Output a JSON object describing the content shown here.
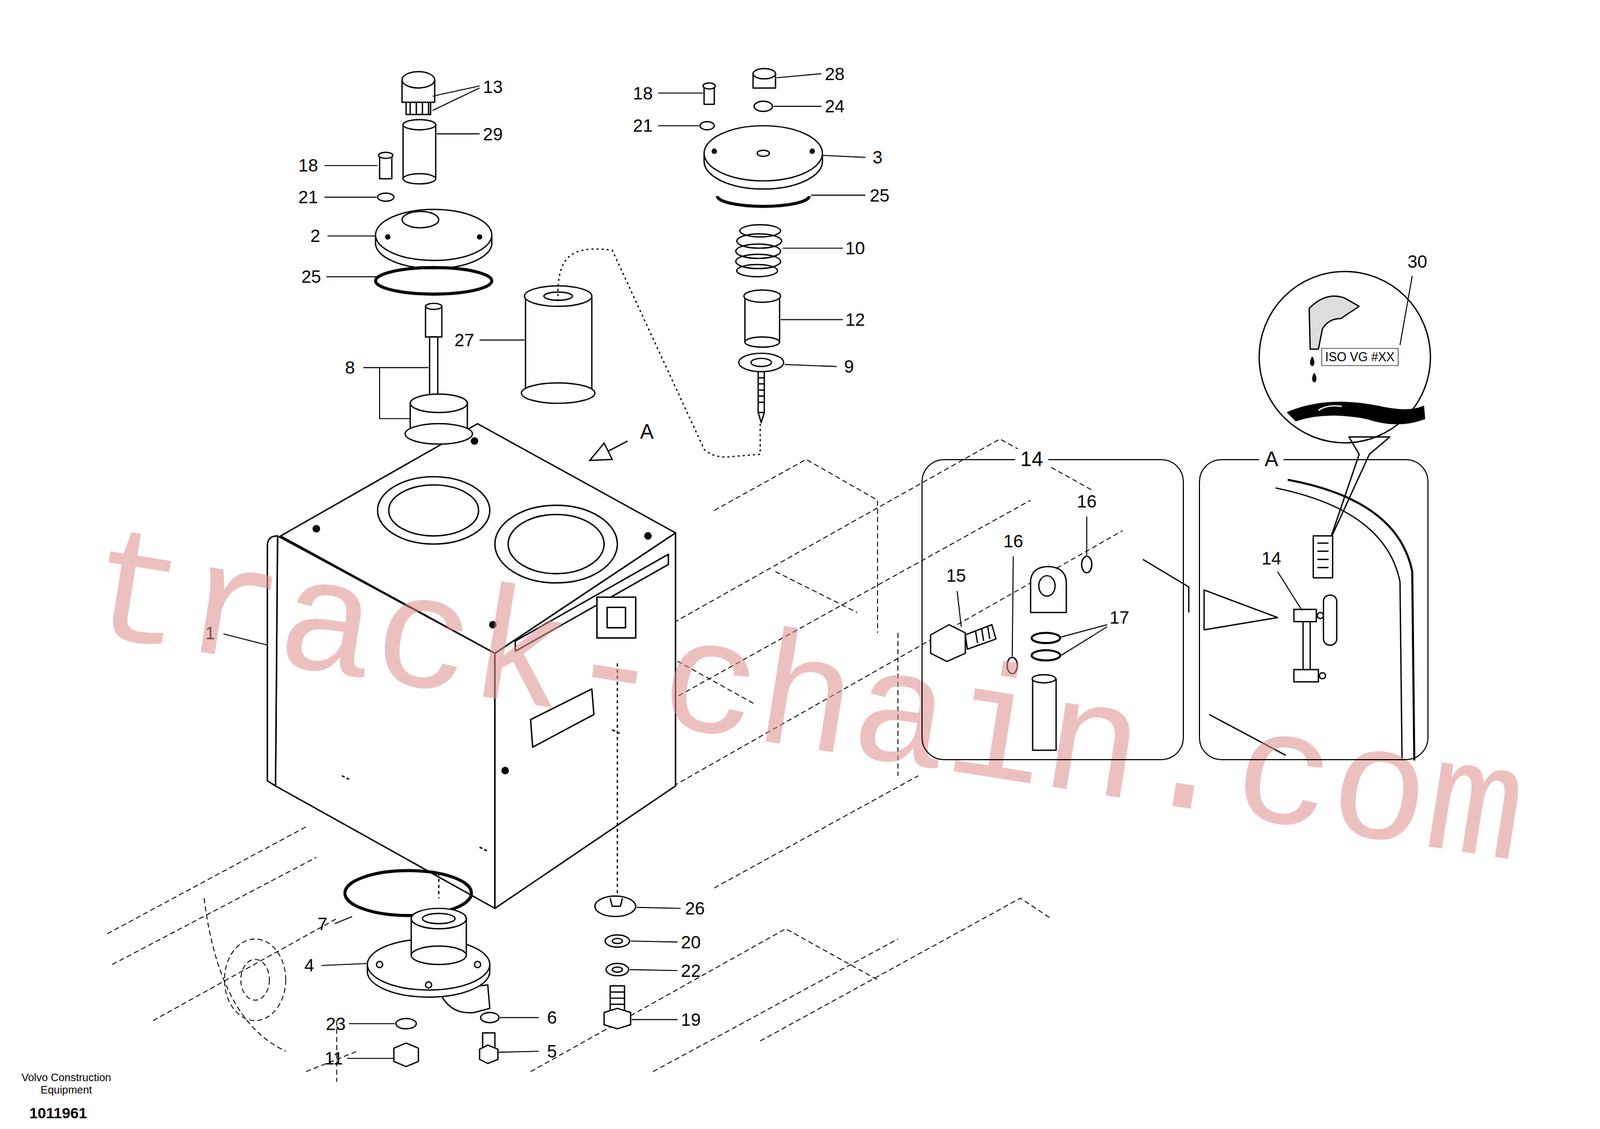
{
  "diagram": {
    "nodes": [
      {
        "text": [
          "14"
        ]
      },
      {
        "text": [
          "A"
        ]
      },
      {
        "text": [
          "ISO VG #XX"
        ]
      }
    ],
    "labels": [
      "13",
      "29",
      "18",
      "21",
      "2",
      "25",
      "8",
      "27",
      "28",
      "24",
      "18",
      "21",
      "3",
      "25",
      "10",
      "12",
      "9",
      "A",
      "1",
      "7",
      "4",
      "23",
      "11",
      "6",
      "5",
      "26",
      "20",
      "22",
      "19",
      "30",
      "14",
      "15",
      "16",
      "16",
      "17",
      "track-chain.com",
      "Volvo Construction Equipment",
      "1011961"
    ]
  }
}
